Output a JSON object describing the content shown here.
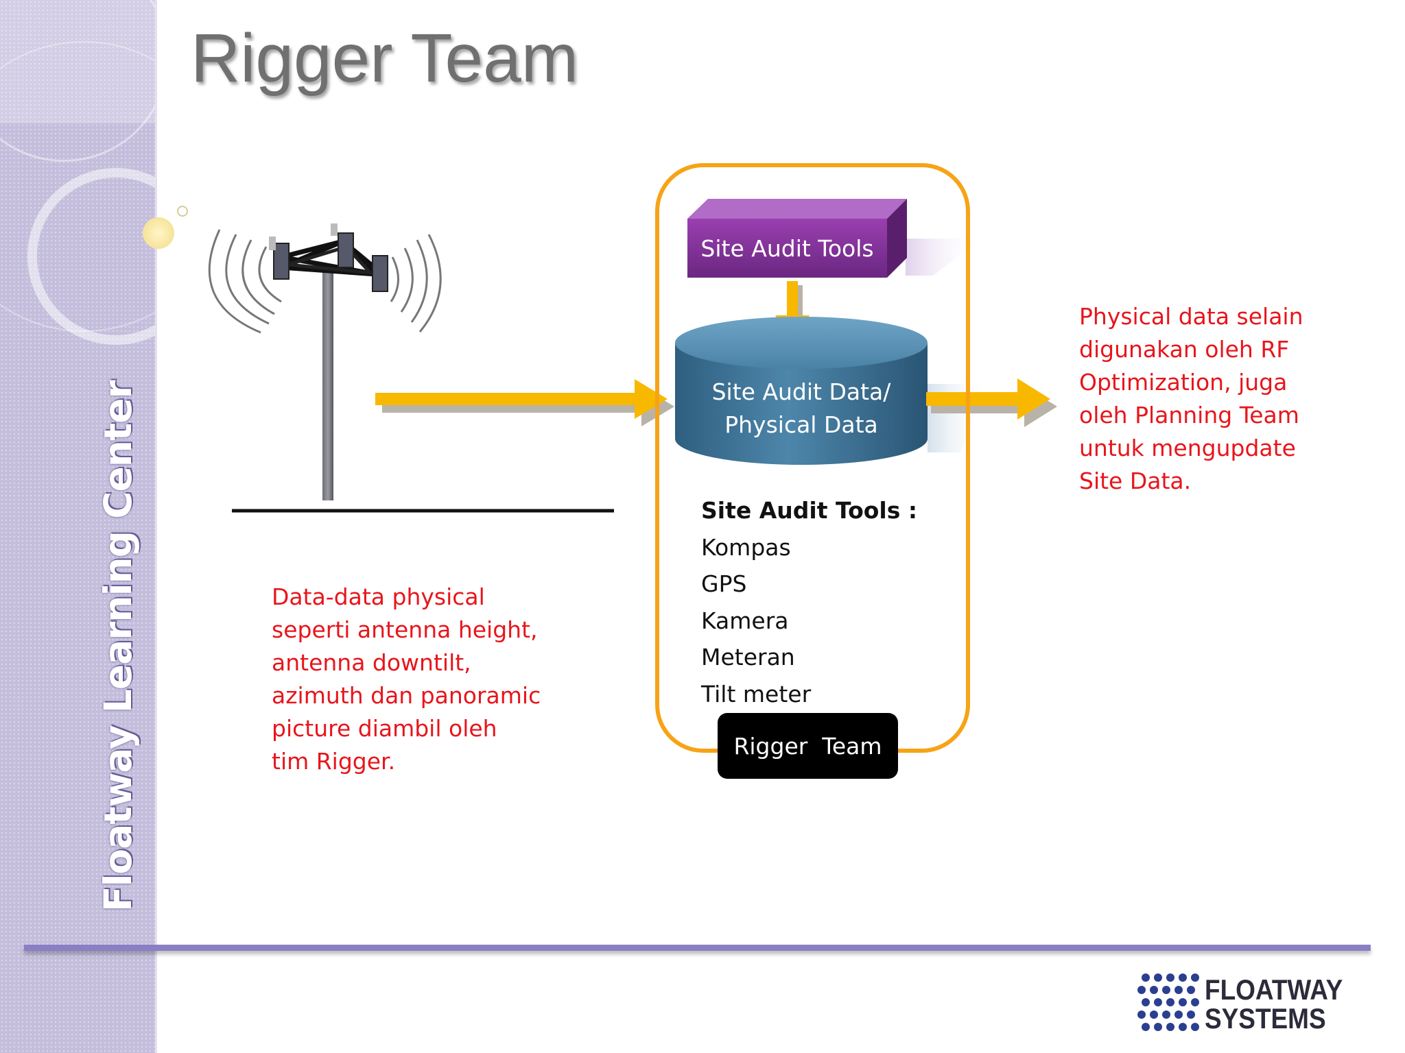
{
  "slide": {
    "title": "Rigger Team",
    "sidebar_brand": "Floatway Learning Center"
  },
  "diagram": {
    "audit_tools_box": "Site Audit Tools",
    "database_line1": "Site Audit Data/",
    "database_line2": "Physical Data",
    "tools_heading": "Site Audit Tools :",
    "tools": [
      "Kompas",
      "GPS",
      "Kamera",
      "Meteran",
      "Tilt meter"
    ],
    "team_badge": "Rigger  Team",
    "left_note": [
      "Data-data physical",
      "seperti antenna height,",
      "antenna downtilt,",
      "azimuth dan panoramic",
      "picture diambil  oleh",
      "tim Rigger."
    ],
    "right_note": [
      "Physical data selain",
      "digunakan oleh RF",
      "Optimization, juga",
      "oleh Planning Team",
      "untuk mengupdate",
      "Site Data."
    ]
  },
  "logo": {
    "line1": "FLOATWAY",
    "line2": "SYSTEMS",
    "colors": {
      "dots": "#2a3f8f",
      "text": "#2b2b3a"
    }
  },
  "colors": {
    "accent_orange": "#f6a316",
    "arrow_yellow": "#f8b800",
    "note_red": "#e8151b",
    "tools_box_purple": "#7b2e8e",
    "database_blue": "#3d7194",
    "sidebar_lavender": "#c4bedc"
  }
}
